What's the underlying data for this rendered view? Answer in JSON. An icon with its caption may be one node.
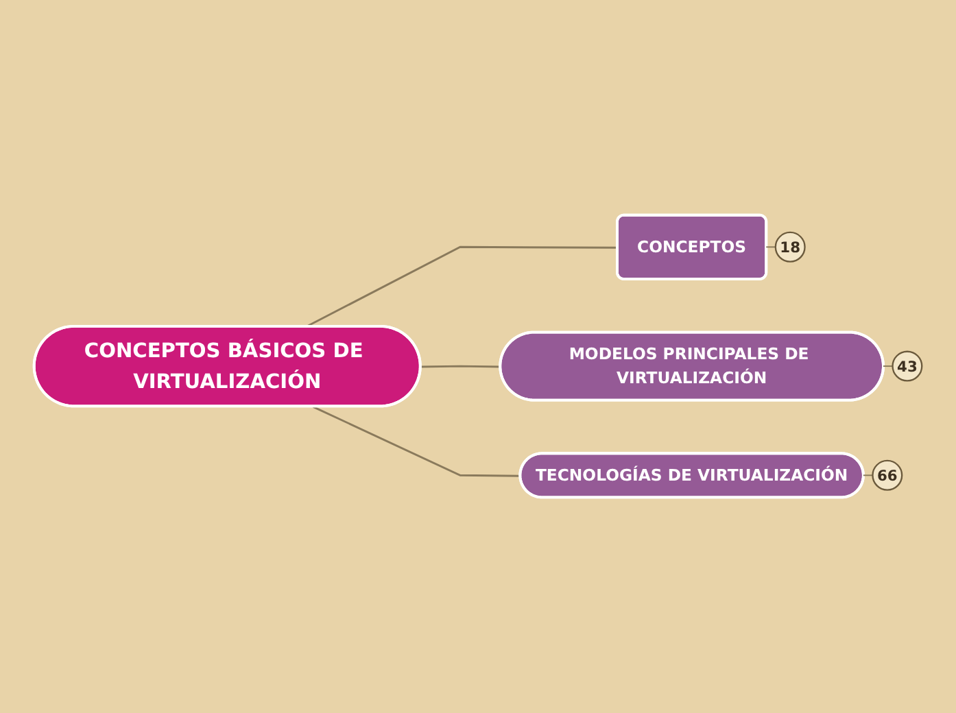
{
  "diagram": {
    "nodes": [
      {
        "text": [
          "CONCEPTOS BÁSICOS DE VIRTUALIZACIÓN"
        ]
      },
      {
        "text": [
          "CONCEPTOS"
        ],
        "beside": [
          "18"
        ]
      },
      {
        "text": [
          "MODELOS PRINCIPALES DE VIRTUALIZACIÓN"
        ],
        "beside": [
          "43"
        ]
      },
      {
        "text": [
          "TECNOLOGÍAS DE VIRTUALIZACIÓN"
        ],
        "beside": [
          "66"
        ]
      }
    ],
    "edges": [
      {
        "from": 0,
        "to": 1,
        "arrow": "none"
      },
      {
        "from": 0,
        "to": 2,
        "arrow": "none"
      },
      {
        "from": 0,
        "to": 3,
        "arrow": "none"
      }
    ]
  }
}
